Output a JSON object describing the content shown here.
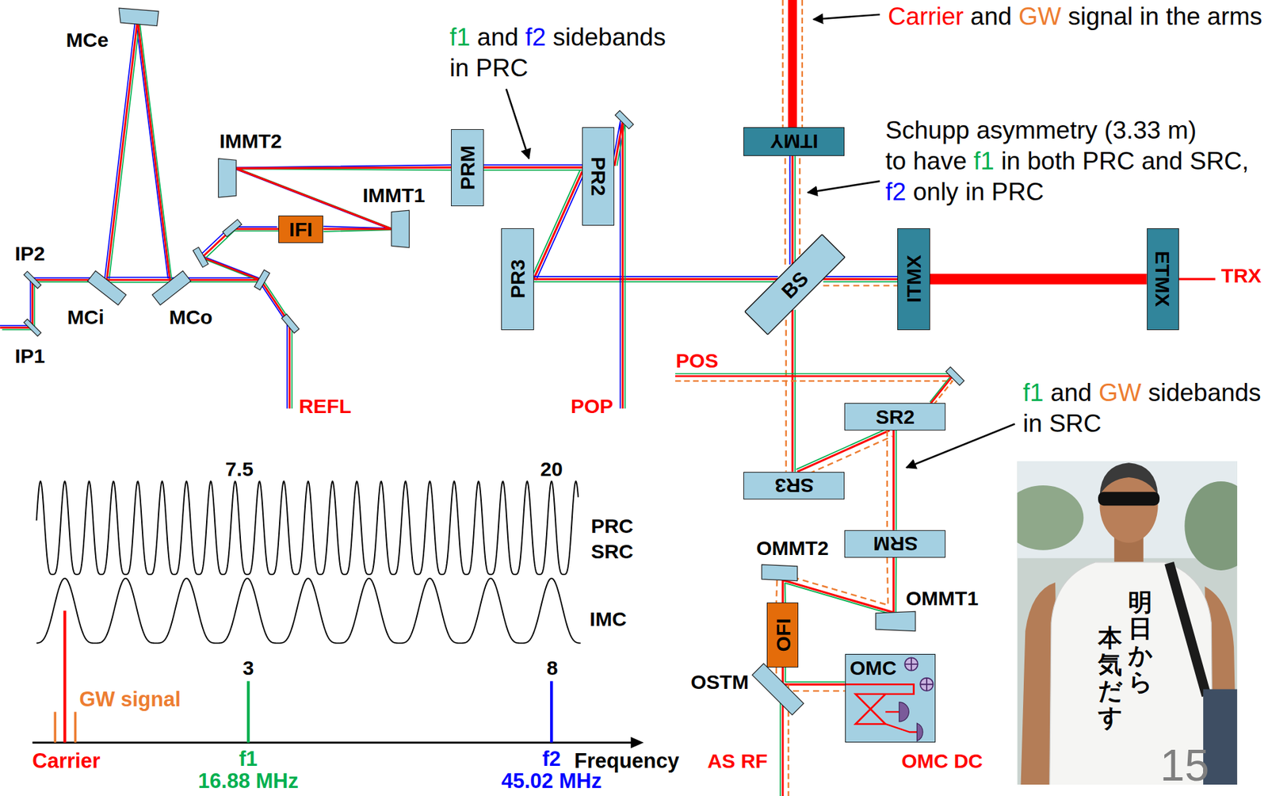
{
  "diagram": {
    "nodes": [
      {
        "text": [
          "IFI"
        ]
      },
      {
        "text": [
          "PRM"
        ]
      },
      {
        "text": [
          "PR2"
        ]
      },
      {
        "text": [
          "PR3"
        ]
      },
      {
        "text": [
          "ITMY"
        ]
      },
      {
        "text": [
          "BS"
        ]
      },
      {
        "text": [
          "ITMX"
        ]
      },
      {
        "text": [
          "ETMX"
        ]
      },
      {
        "text": [
          "SR2"
        ]
      },
      {
        "text": [
          "SR3"
        ]
      },
      {
        "text": [
          "SRM"
        ]
      },
      {
        "text": [
          "OFI"
        ]
      },
      {
        "text": [
          "OMC"
        ]
      }
    ],
    "edges": [
      {
        "from": 0,
        "to": 1,
        "arrow": "none"
      },
      {
        "from": 1,
        "to": 2,
        "arrow": "none"
      },
      {
        "from": 2,
        "to": 3,
        "arrow": "none"
      },
      {
        "from": 3,
        "to": 5,
        "arrow": "none"
      },
      {
        "from": 5,
        "to": 6,
        "arrow": "none"
      },
      {
        "from": 6,
        "to": 7,
        "arrow": "none"
      },
      {
        "from": 5,
        "to": 4,
        "arrow": "none"
      },
      {
        "from": 5,
        "to": 9,
        "arrow": "none"
      },
      {
        "from": 9,
        "to": 8,
        "arrow": "none"
      },
      {
        "from": 8,
        "to": 10,
        "arrow": "none"
      },
      {
        "from": 10,
        "to": 11,
        "arrow": "none"
      },
      {
        "from": 11,
        "to": 12,
        "arrow": "none"
      }
    ],
    "labels": [
      "Carrier and GW signal in the arms",
      "MCe",
      "f1 and f2 sidebands in PRC",
      "IMMT2",
      "IMMT1",
      "Schupp asymmetry (3.33 m) to have f1 in both PRC and SRC, f2 only in PRC",
      "IP2",
      "MCi",
      "MCo",
      "IP1",
      "TRX",
      "POS",
      "REFL",
      "POP",
      "f1 and GW sidebands in SRC",
      "7.5",
      "20",
      "PRC",
      "SRC",
      "OMMT2",
      "IMC",
      "OMMT1",
      "3",
      "8",
      "OSTM",
      "GW signal",
      "明日から",
      "本気だす",
      "Carrier",
      "f1",
      "f2",
      "Frequency",
      "16.88 MHz",
      "45.02 MHz",
      "AS RF",
      "OMC DC",
      "15"
    ]
  }
}
